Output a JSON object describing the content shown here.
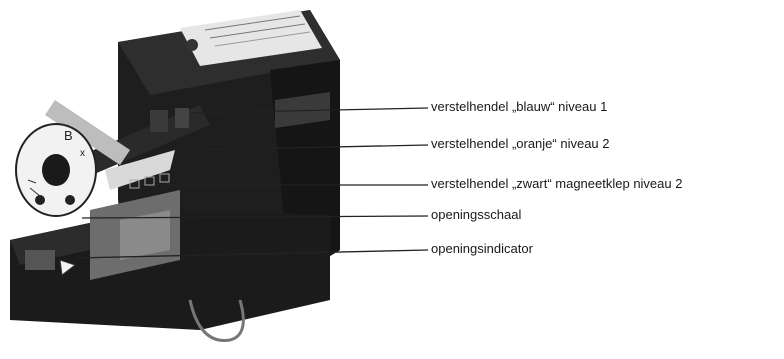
{
  "callouts": [
    {
      "id": "lever-blue",
      "label": "verstelhendel „blauw“ niveau 1"
    },
    {
      "id": "lever-orange",
      "label": "verstelhendel „oranje“ niveau 2"
    },
    {
      "id": "lever-black",
      "label": "verstelhendel „zwart“ magneetklep niveau 2"
    },
    {
      "id": "opening-scale",
      "label": "openingsschaal"
    },
    {
      "id": "opening-indicator",
      "label": "openingsindicator"
    }
  ],
  "dial": {
    "marks": [
      "B",
      "x"
    ]
  },
  "colors": {
    "line": "#222222",
    "body_dark": "#1c1c1c",
    "label_sticker": "#e8e8e8"
  }
}
